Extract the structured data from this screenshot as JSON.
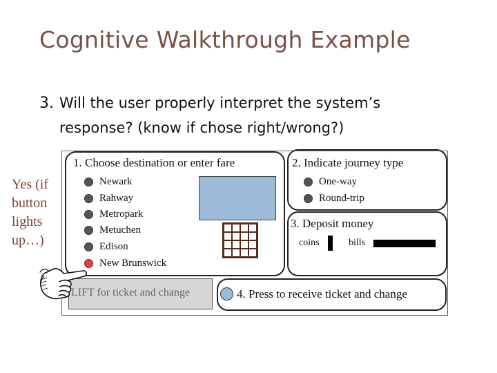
{
  "slide": {
    "title": "Cognitive Walkthrough Example",
    "question_number": "3.",
    "question_line1": "Will the user properly interpret the system’s",
    "question_line2": "response? (know if chose right/wrong?)"
  },
  "annotation": {
    "lines": [
      "Yes (if",
      "button",
      "lights",
      "up…)"
    ]
  },
  "machine": {
    "panel1": {
      "title": "1. Choose destination or enter fare",
      "destinations": [
        "Newark",
        "Rahway",
        "Metropark",
        "Metuchen",
        "Edison",
        "New Brunswick"
      ],
      "selected_index": 5
    },
    "panel2": {
      "title": "2. Indicate journey type",
      "options": [
        "One-way",
        "Round-trip"
      ]
    },
    "panel3": {
      "title": "3. Deposit money",
      "coins_label": "coins",
      "bills_label": "bills"
    },
    "lift_label": "LIFT for ticket and change",
    "press_label": "4. Press to receive ticket and change"
  },
  "colors": {
    "title": "#7a5045",
    "annotation": "#7a4535",
    "display": "#9cbbd9",
    "selected_dot": "#d64545",
    "keypad": "#5a2a1a"
  },
  "icons": [
    "pointing-hand-icon"
  ]
}
